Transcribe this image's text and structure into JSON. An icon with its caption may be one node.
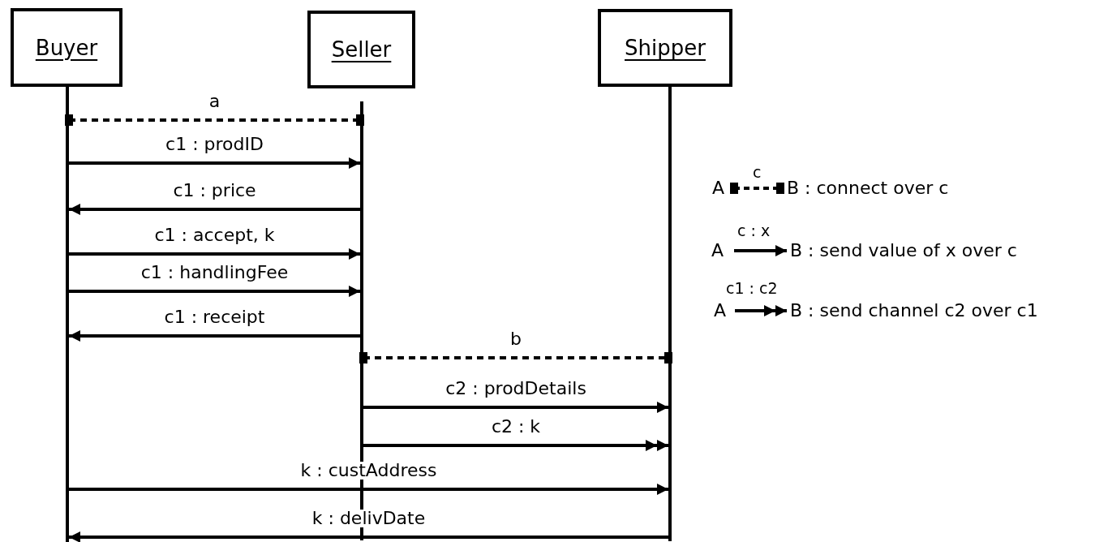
{
  "diagram": {
    "nodes": [
      {
        "text": [
          "Buyer"
        ]
      },
      {
        "text": [
          "Seller"
        ]
      },
      {
        "text": [
          "Shipper"
        ]
      },
      {
        "text": [],
        "shape": "bar"
      },
      {
        "text": [],
        "shape": "bar"
      },
      {
        "text": [],
        "shape": "bar"
      }
    ],
    "edges": [
      {
        "from": 3,
        "to": 4,
        "arrow": "other",
        "label": "a",
        "style": "dashed"
      },
      {
        "from": 3,
        "to": 4,
        "arrow": "to",
        "label": "c1 : prodID"
      },
      {
        "from": 4,
        "to": 3,
        "arrow": "to",
        "label": "c1 : price"
      },
      {
        "from": 3,
        "to": 4,
        "arrow": "to",
        "label": "c1 : accept, k"
      },
      {
        "from": 3,
        "to": 4,
        "arrow": "to",
        "label": "c1 : handlingFee"
      },
      {
        "from": 4,
        "to": 3,
        "arrow": "to",
        "label": "c1 : receipt"
      },
      {
        "from": 4,
        "to": 5,
        "arrow": "other",
        "label": "b",
        "style": "dashed"
      },
      {
        "from": 4,
        "to": 5,
        "arrow": "to",
        "label": "c2 : prodDetails"
      },
      {
        "from": 4,
        "to": 5,
        "arrow": "to",
        "label": "c2 : k"
      },
      {
        "from": 3,
        "to": 5,
        "arrow": "to",
        "label": "k : custAddress"
      },
      {
        "from": 5,
        "to": 3,
        "arrow": "to",
        "label": "k : delivDate"
      }
    ],
    "labels": [
      "c",
      "A",
      "c : x",
      "A",
      "c1 : c2",
      "A"
    ],
    "legend": [
      {
        "text": "B : connect over c"
      },
      {
        "text": "B : send value of x over c"
      },
      {
        "text": "B : send channel c2 over c1"
      }
    ]
  }
}
